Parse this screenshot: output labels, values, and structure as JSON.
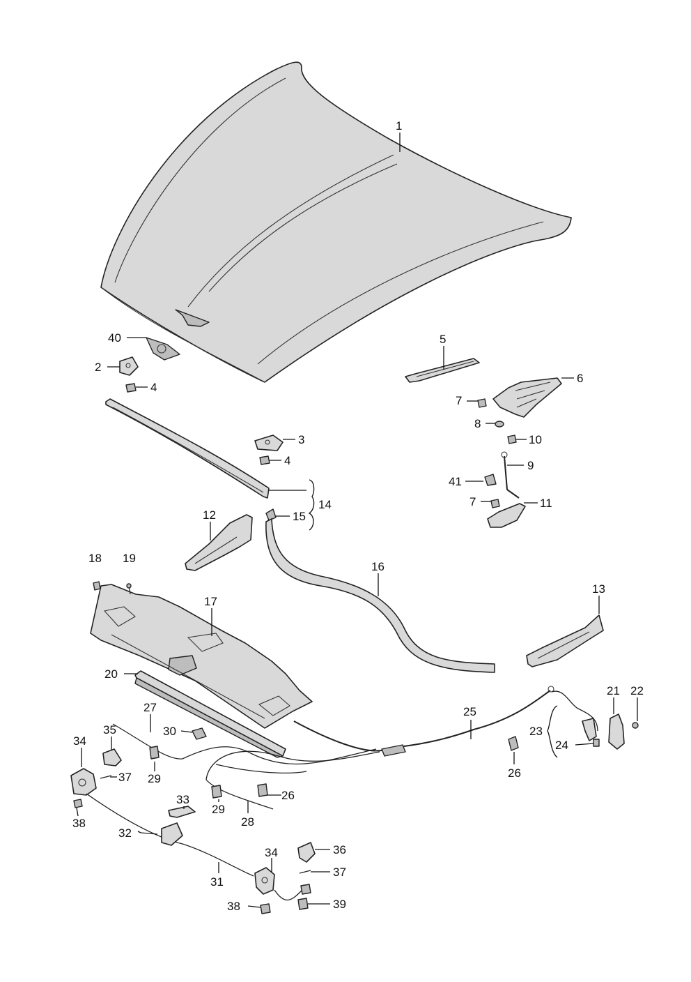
{
  "diagram": {
    "labels": {
      "l1": "1",
      "l2": "2",
      "l3": "3",
      "l4a": "4",
      "l4b": "4",
      "l5": "5",
      "l6": "6",
      "l7a": "7",
      "l7b": "7",
      "l8": "8",
      "l9": "9",
      "l10": "10",
      "l11": "11",
      "l12": "12",
      "l13": "13",
      "l14": "14",
      "l15": "15",
      "l16": "16",
      "l17": "17",
      "l18": "18",
      "l19": "19",
      "l20": "20",
      "l21": "21",
      "l22": "22",
      "l23": "23",
      "l24": "24",
      "l25": "25",
      "l26a": "26",
      "l26b": "26",
      "l27": "27",
      "l28": "28",
      "l29a": "29",
      "l29b": "29",
      "l30": "30",
      "l31": "31",
      "l32": "32",
      "l33": "33",
      "l34a": "34",
      "l34b": "34",
      "l35": "35",
      "l36": "36",
      "l37a": "37",
      "l37b": "37",
      "l38a": "38",
      "l38b": "38",
      "l39": "39",
      "l40": "40",
      "l41": "41"
    }
  }
}
